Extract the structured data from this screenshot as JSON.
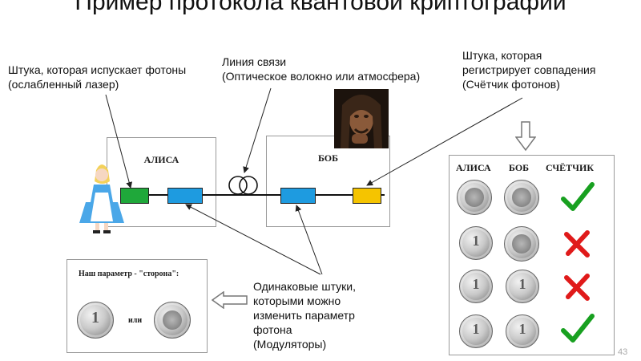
{
  "title": "Пример протокола квантовой криптографии",
  "notes": {
    "emitter": [
      "Штука, которая испускает фотоны",
      "(ослабленный лазер)"
    ],
    "channel": [
      "Линия связи",
      "(Оптическое волокно или атмосфера)"
    ],
    "detector": [
      "Штука, которая",
      "регистрирует совпадения",
      "(Счётчик фотонов)"
    ],
    "modulators": [
      "Одинаковые штуки,",
      "которыми можно",
      "изменить параметр",
      "фотона",
      "(Модуляторы)"
    ]
  },
  "alice_box_label": "АЛИСА",
  "bob_box_label": "БОБ",
  "param_box": {
    "caption": "Наш параметр - \"сторона\":",
    "or": "или",
    "coin_digit": "1"
  },
  "table": {
    "headers": [
      "АЛИСА",
      "БОБ",
      "СЧЁТЧИК"
    ],
    "rows": [
      {
        "alice": "eagle",
        "bob": "eagle",
        "result": "check"
      },
      {
        "alice": "one",
        "bob": "eagle",
        "result": "cross"
      },
      {
        "alice": "one",
        "bob": "one",
        "result": "cross"
      },
      {
        "alice": "one",
        "bob": "one",
        "result": "check"
      }
    ],
    "coin_digit": "1"
  },
  "page_number": "43",
  "colors": {
    "emitter": "#1fa83a",
    "modulator": "#1e9be0",
    "detector": "#f5c400",
    "check": "#18a020",
    "cross": "#e01a1a"
  }
}
